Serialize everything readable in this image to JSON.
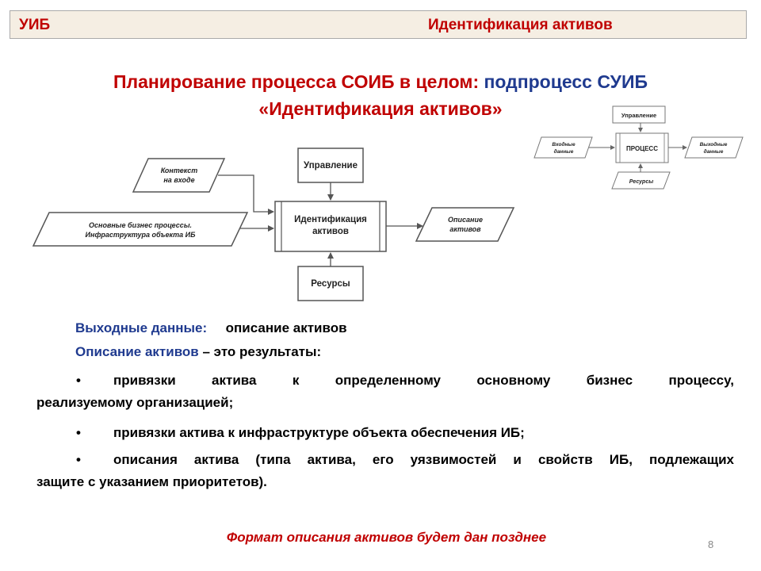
{
  "header": {
    "left": "УИБ",
    "right": "Идентификация активов"
  },
  "title": {
    "part1": "Планирование  процесса СОИБ  в целом:",
    "part2": " подпроцесс СУИБ",
    "line2": "«Идентификация активов»"
  },
  "diagram": {
    "process_l1": "Идентификация",
    "process_l2": "активов",
    "control": "Управление",
    "resources": "Ресурсы",
    "context_l1": "Контекст",
    "context_l2": "на входе",
    "inputs_l1": "Основные бизнес процессы.",
    "inputs_l2": "Инфраструктура объекта ИБ",
    "output_l1": "Описание",
    "output_l2": "активов"
  },
  "mini_diagram": {
    "process": "ПРОЦЕСС",
    "control": "Управление",
    "resources": "Ресурсы",
    "inputs_l1": "Входные",
    "inputs_l2": "данные",
    "outputs_l1": "Выходные",
    "outputs_l2": "данные"
  },
  "body": {
    "outputs_label": "Выходные данные:",
    "outputs_value": "описание активов",
    "desc_label": "Описание активов",
    "desc_rest": " – это результаты:",
    "bullet_symbol": "•",
    "bullet1_a": "привязки актива к определенному основному бизнес процессу,",
    "bullet1_b": "реализуемому организацией;",
    "bullet2": "привязки актива к инфраструктуре объекта обеспечения ИБ;",
    "bullet3_a": "описания актива (типа актива, его уязвимостей и свойств ИБ, подлежащих",
    "bullet3_b": "защите с указанием приоритетов)."
  },
  "footer_note": "Формат описания  активов будет дан позднее",
  "page_number": "8",
  "colors": {
    "accent_red": "#c00000",
    "accent_blue": "#1f3a8f",
    "header_bg": "#f5eee3"
  }
}
